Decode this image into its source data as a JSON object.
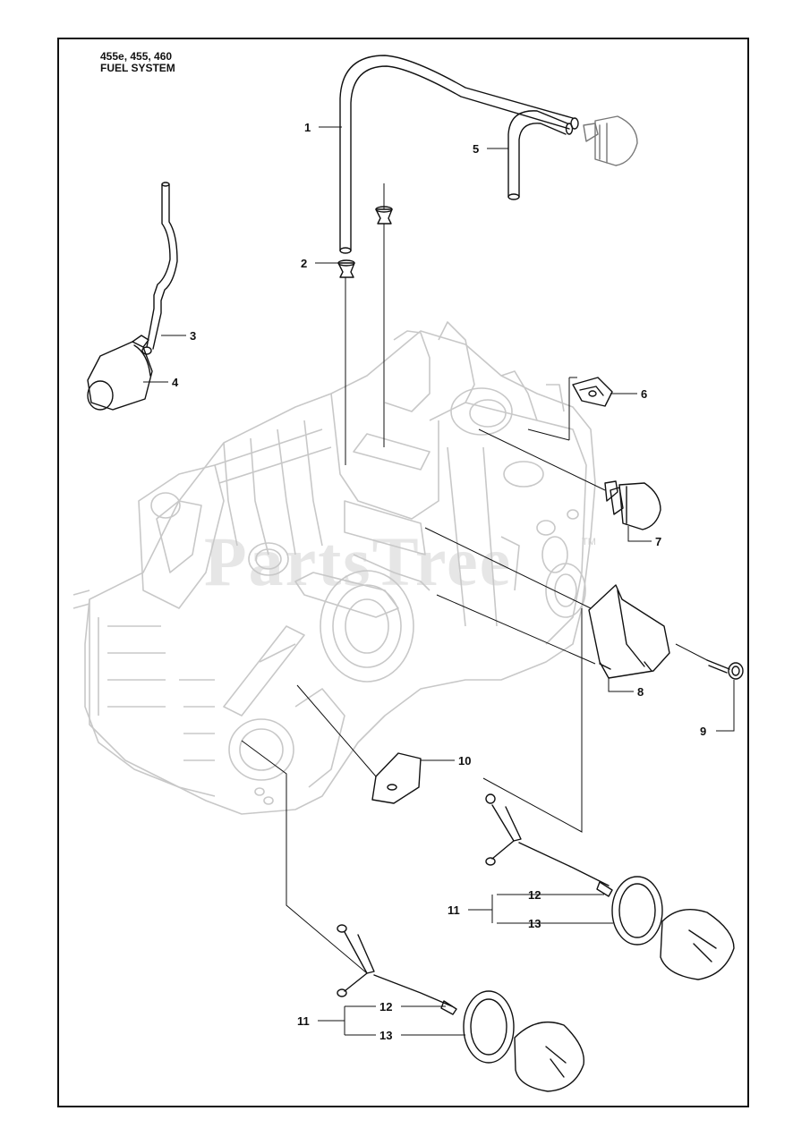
{
  "header": {
    "models": "455e, 455, 460",
    "section": "FUEL SYSTEM"
  },
  "watermark": {
    "text": "PartsTree",
    "tm": "TM"
  },
  "callouts": {
    "c1": "1",
    "c2": "2",
    "c3": "3",
    "c4": "4",
    "c5": "5",
    "c6": "6",
    "c7": "7",
    "c8": "8",
    "c9": "9",
    "c10": "10",
    "c11a": "11",
    "c12a": "12",
    "c13a": "13",
    "c11b": "11",
    "c12b": "12",
    "c13b": "13"
  },
  "colors": {
    "line": "#111111",
    "ghost": "#c8c8c8"
  }
}
